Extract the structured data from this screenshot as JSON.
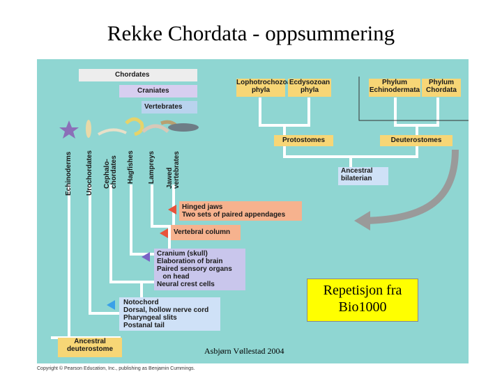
{
  "title": "Rekke Chordata - oppsummering",
  "groups": {
    "chordates": "Chordates",
    "craniates": "Craniates",
    "vertebrates": "Vertebrates"
  },
  "taxa": [
    "Echinoderms",
    "Urochordates",
    "Cephalo-chordates",
    "Hagfishes",
    "Lampreys",
    "Jawed vertebrates"
  ],
  "phyla": {
    "lopho": "Lophotrochozoan phyla",
    "ecdy": "Ecdysozoan phyla",
    "echino": "Phylum Echinodermata",
    "chordata": "Phylum Chordata"
  },
  "clades": {
    "protostomes": "Protostomes",
    "deuterostomes": "Deuterostomes",
    "bilaterian": "Ancestral bilaterian",
    "ancestral_deut": "Ancestral deuterostome"
  },
  "traits": {
    "jaws": "Hinged jaws\nTwo sets of paired appendages",
    "vertebral": "Vertebral column",
    "cranium": "Cranium (skull)\nElaboration of brain\nPaired sensory organs\n   on head\nNeural crest cells",
    "notochord": "Notochord\nDorsal, hollow nerve cord\nPharyngeal slits\nPostanal tail"
  },
  "colors": {
    "panel": "#8fd6d2",
    "branch": "#ffffff",
    "arrow_jaws": "#e8533a",
    "arrow_vertebral": "#e8533a",
    "arrow_cranium": "#7a63c6",
    "arrow_notochord": "#3aa0e8"
  },
  "note": "Repetisjon fra Bio1000",
  "author": "Asbjørn Vøllestad 2004",
  "copyright": "Copyright © Pearson Education, Inc., publishing as Benjamin Cummings."
}
